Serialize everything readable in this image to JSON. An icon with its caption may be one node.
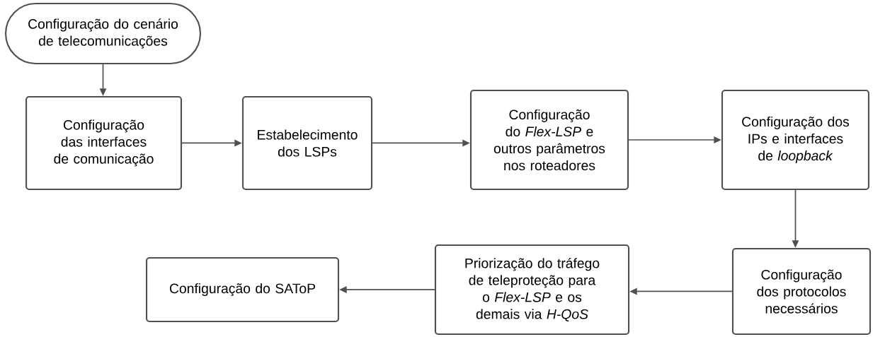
{
  "diagram": {
    "nodes": [
      {
        "text": [
          "Configuração do cenário de telecomunicações"
        ]
      },
      {
        "text": [
          "Configuração das interfaces de comunicação"
        ]
      },
      {
        "text": [
          "Estabelecimento dos LSPs"
        ]
      },
      {
        "text": [
          "Configuração do *Flex-LSP* e outros parâmetros nos roteadores"
        ]
      },
      {
        "text": [
          "Configuração dos IPs e interfaces de *loopback*"
        ]
      },
      {
        "text": [
          "Configuração dos protocolos necessários"
        ]
      },
      {
        "text": [
          "Priorização do tráfego de teleproteção para o *Flex-LSP* e os demais via *H-QoS*"
        ]
      },
      {
        "text": [
          "Configuração do SAToP"
        ]
      }
    ],
    "edges": [
      {
        "from": 0,
        "to": 1,
        "arrow": "to"
      },
      {
        "from": 1,
        "to": 2,
        "arrow": "to"
      },
      {
        "from": 2,
        "to": 3,
        "arrow": "to"
      },
      {
        "from": 3,
        "to": 4,
        "arrow": "to"
      },
      {
        "from": 4,
        "to": 5,
        "arrow": "to"
      },
      {
        "from": 5,
        "to": 6,
        "arrow": "to"
      },
      {
        "from": 6,
        "to": 7,
        "arrow": "to"
      }
    ]
  }
}
